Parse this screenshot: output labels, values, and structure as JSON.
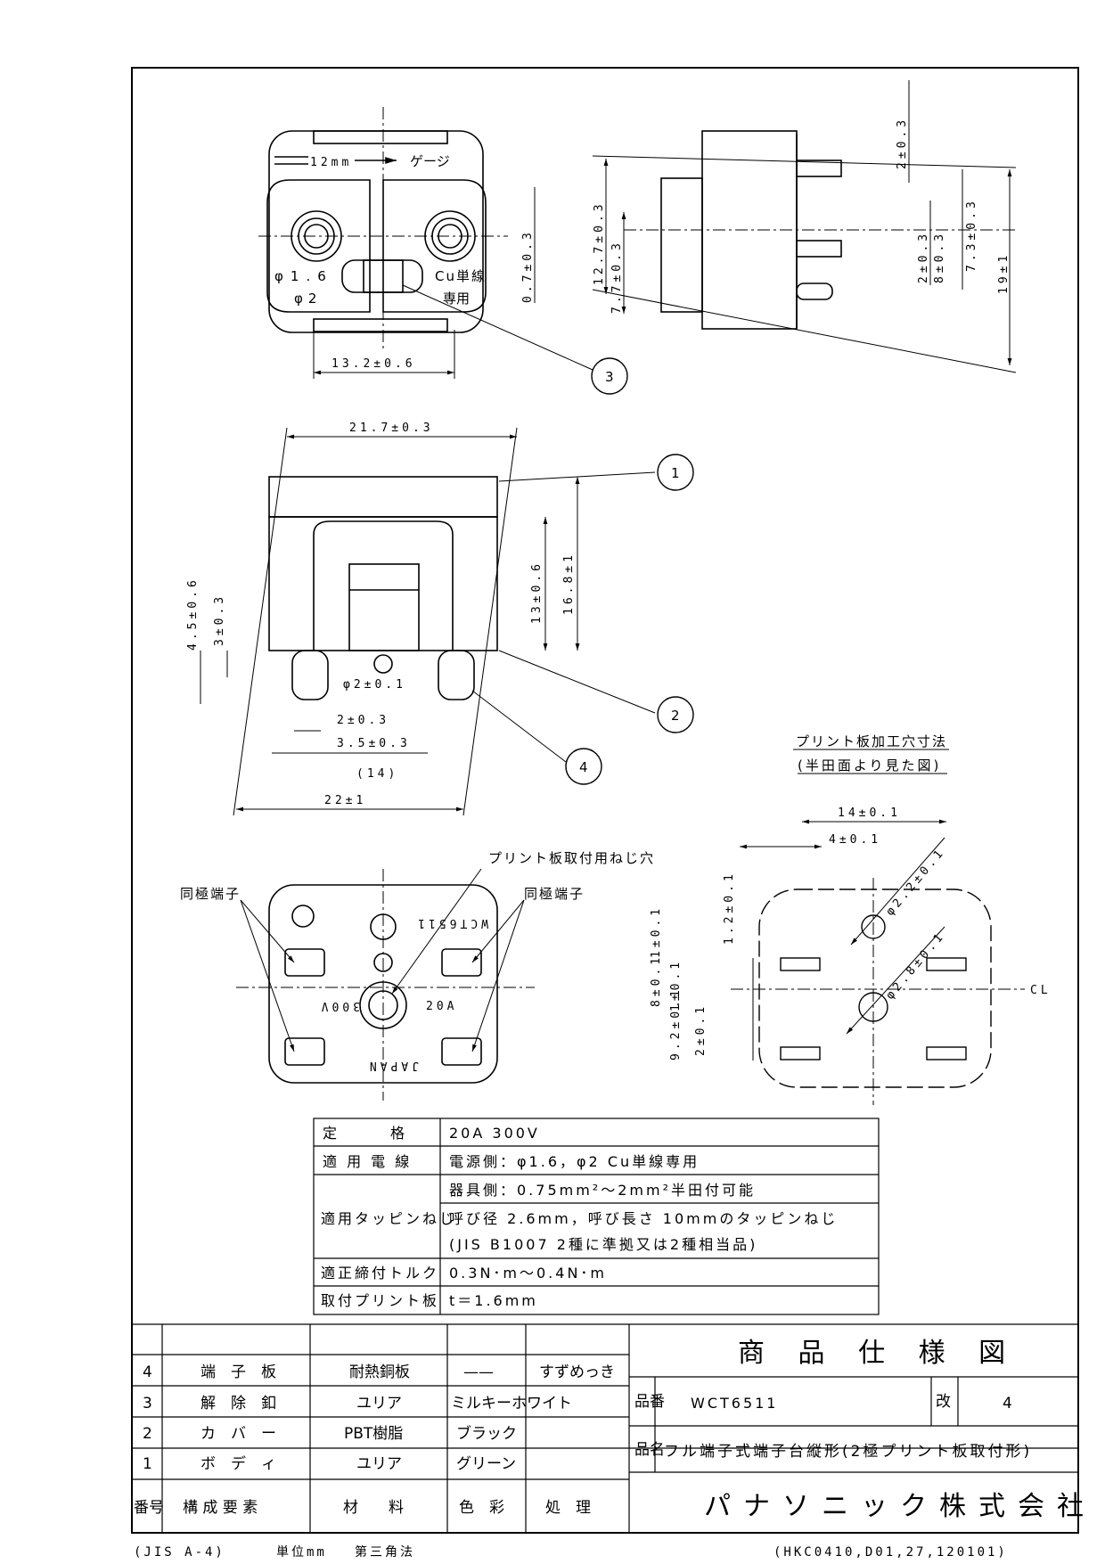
{
  "front_view": {
    "gauge_label": "12mm",
    "gauge_text": "ゲージ",
    "wire_dia_1": "φ1.6",
    "wire_dia_2": "φ2",
    "cu_wire": "Cu単線",
    "dedicated": "専用",
    "dim_width": "13.2±0.6",
    "dim_right": "0.7±0.3",
    "balloon_3": "3"
  },
  "side_view": {
    "dim_a": "12.7±0.3",
    "dim_b": "7.7±0.3",
    "dim_c": "2±0.3",
    "dim_d": "2±0.3",
    "dim_e": "8±0.3",
    "dim_f": "7.3±0.3",
    "dim_g": "19±1"
  },
  "elevation_view": {
    "dim_top": "21.7±0.3",
    "dim_h1": "13±0.6",
    "dim_h2": "16.8±1",
    "dim_l1": "4.5±0.6",
    "dim_l2": "3±0.3",
    "dim_hole": "φ2±0.1",
    "dim_b1": "2±0.3",
    "dim_b2": "3.5±0.3",
    "dim_b3": "(14)",
    "dim_b4": "22±1",
    "balloon_1": "1",
    "balloon_2": "2",
    "balloon_4": "4"
  },
  "bottom_view": {
    "screw_hole_label": "プリント板取付用ねじ穴",
    "same_pole_left": "同極端子",
    "same_pole_right": "同極端子",
    "model_mark": "WCT6511",
    "rating_mark": "20A",
    "volt_mark": "300V",
    "country_mark": "JAPAN"
  },
  "pcb_view": {
    "title": "プリント板加工穴寸法",
    "subtitle": "(半田面より見た図)",
    "dim_14": "14±0.1",
    "dim_4": "4±0.1",
    "dim_12": "1.2±0.1",
    "dim_1": "1±0.1",
    "dim_8": "8±0.1",
    "dim_1b": "1±0.1",
    "dim_92": "9.2±0.1",
    "dim_2": "2±0.1",
    "dim_phi22": "φ2.2±0.1",
    "dim_phi28": "φ2.8±0.1",
    "cl": "CL"
  },
  "spec_table": {
    "rows": [
      {
        "label": "定　　　格",
        "value": "20A 300V"
      },
      {
        "label": "適 用 電 線",
        "value": "電源側：φ1.6，φ2 Cu単線専用"
      },
      {
        "label": "",
        "value": "器具側：0.75mm²～2mm²半田付可能"
      },
      {
        "label": "適用タッピンねじ",
        "value": "呼び径 2.6mm，呼び長さ 10mmのタッピンねじ"
      },
      {
        "label": "",
        "value": "(JIS B1007 2種に準拠又は2種相当品)"
      },
      {
        "label": "適正締付トルク",
        "value": "0.3N･m～0.4N･m"
      },
      {
        "label": "取付プリント板",
        "value": "t＝1.6mm"
      }
    ]
  },
  "parts_table": {
    "headers": [
      "番号",
      "構 成 要 素",
      "材　　料",
      "色　彩",
      "処　理"
    ],
    "rows": [
      {
        "no": "4",
        "part": "端　子　板",
        "material": "耐熱銅板",
        "color": "——",
        "finish": "すずめっき"
      },
      {
        "no": "3",
        "part": "解　除　釦",
        "material": "ユリア",
        "color": "ミルキーホワイト",
        "finish": ""
      },
      {
        "no": "2",
        "part": "カ　バ　ー",
        "material": "PBT樹脂",
        "color": "ブラック",
        "finish": ""
      },
      {
        "no": "1",
        "part": "ボ　デ　ィ",
        "material": "ユリア",
        "color": "グリーン",
        "finish": ""
      }
    ]
  },
  "title_block": {
    "doc_title": "商 品 仕 様 図",
    "part_no_label": "品番",
    "part_no": "WCT6511",
    "rev_label": "改",
    "rev": "4",
    "name_label": "品名",
    "name": "フル端子式端子台縦形(2極プリント板取付形)",
    "company": "パナソニック株式会社"
  },
  "footer": {
    "paper": "(JIS A-4)",
    "unit": "単位mm",
    "projection": "第三角法",
    "doc_code": "(HKC0410,D01,27,120101)"
  }
}
